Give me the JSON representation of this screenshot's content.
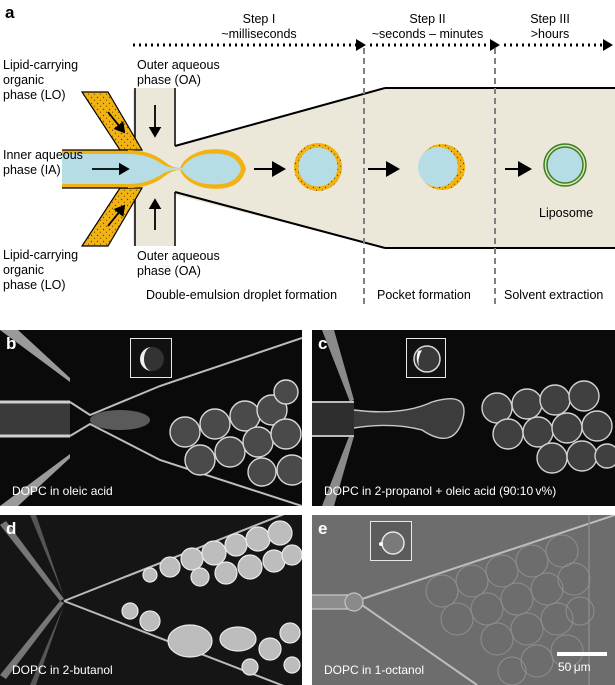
{
  "panel_a": {
    "label": "a",
    "step1": {
      "title": "Step I",
      "sub": "~milliseconds"
    },
    "step2": {
      "title": "Step II",
      "sub": "~seconds – minutes"
    },
    "step3": {
      "title": "Step III",
      "sub": ">hours"
    },
    "lo_top": [
      "Lipid-carrying",
      "organic",
      "phase (LO)"
    ],
    "lo_bottom": [
      "Lipid-carrying",
      "organic",
      "phase (LO)"
    ],
    "oa_top": [
      "Outer aqueous",
      "phase (OA)"
    ],
    "oa_bottom": [
      "Outer aqueous",
      "phase (OA)"
    ],
    "ia": [
      "Inner aqueous",
      "phase (IA)"
    ],
    "liposome": "Liposome",
    "stage1": "Double-emulsion droplet formation",
    "stage2": "Pocket formation",
    "stage3": "Solvent extraction",
    "colors": {
      "lipid": "#f2b312",
      "inner": "#b6dde6",
      "outer": "#ebe8da"
    }
  },
  "panel_b": {
    "label": "b",
    "caption": "DOPC in oleic acid"
  },
  "panel_c": {
    "label": "c",
    "caption": "DOPC in 2-propanol + oleic acid (90:10 v%)"
  },
  "panel_d": {
    "label": "d",
    "caption": "DOPC in 2-butanol"
  },
  "panel_e": {
    "label": "e",
    "caption": "DOPC in 1-octanol",
    "scale_bar": "50 μm"
  }
}
